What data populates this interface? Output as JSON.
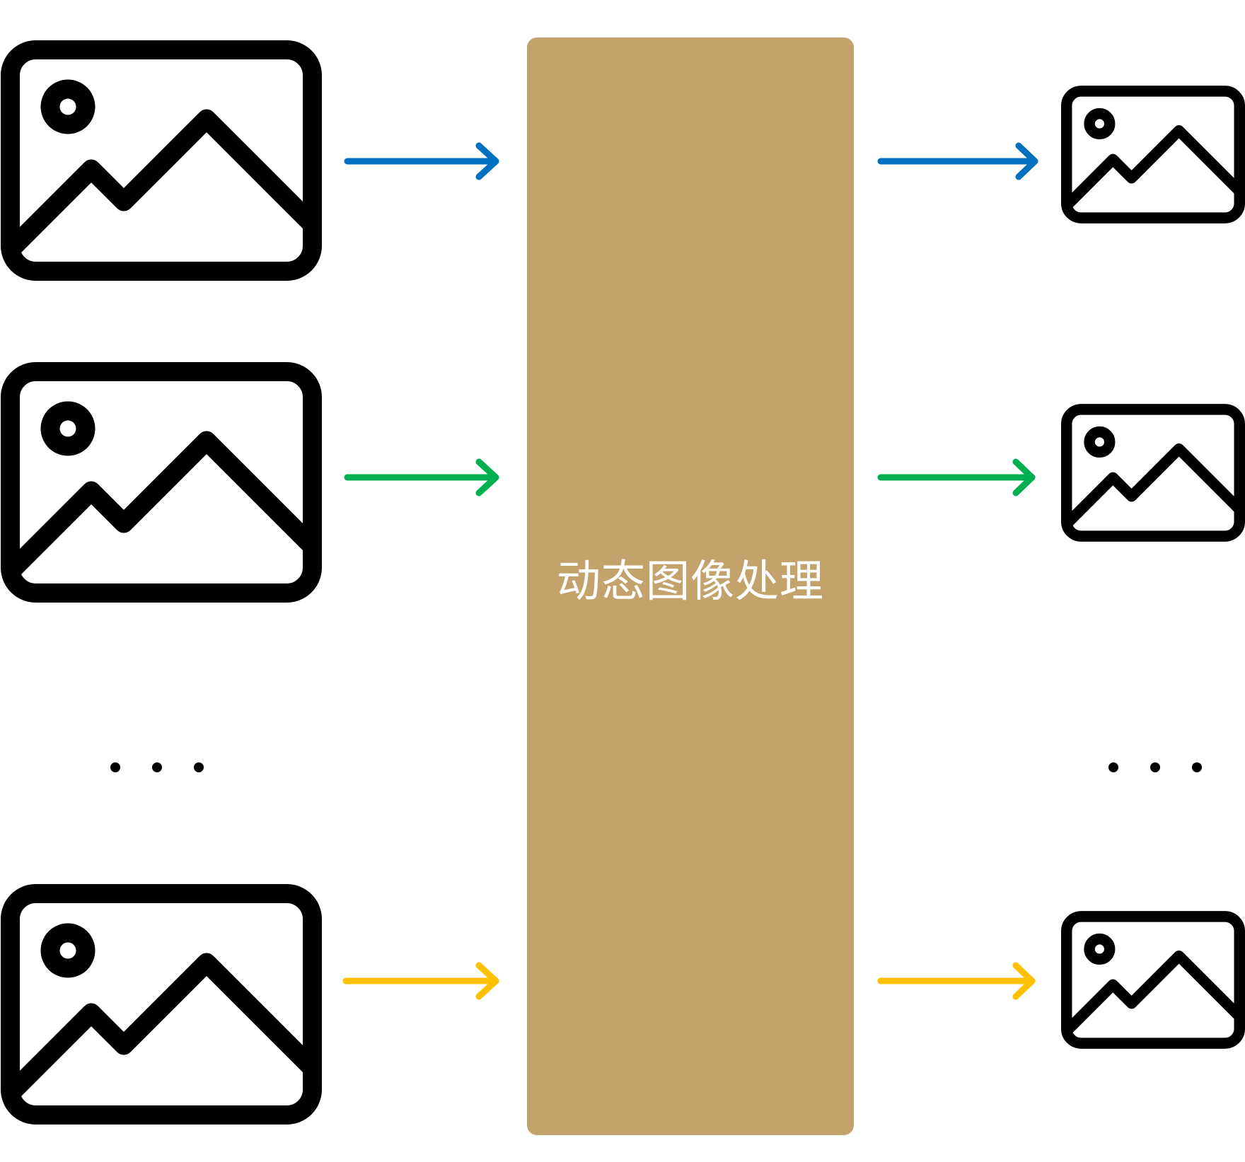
{
  "process": {
    "label": "动态图像处理",
    "color": "#C4A26B",
    "text_color": "#FFFFFF"
  },
  "icons": {
    "input_icon": "image-icon",
    "output_icon": "image-icon",
    "stroke_color": "#000000"
  },
  "rows": [
    {
      "name": "row-1",
      "arrow_color": "#0070C0"
    },
    {
      "name": "row-2",
      "arrow_color": "#00B050"
    },
    {
      "name": "row-n",
      "arrow_color": "#FFC000"
    }
  ],
  "ellipsis": {
    "left": "• • •",
    "right": "• • •",
    "color": "#000000"
  }
}
